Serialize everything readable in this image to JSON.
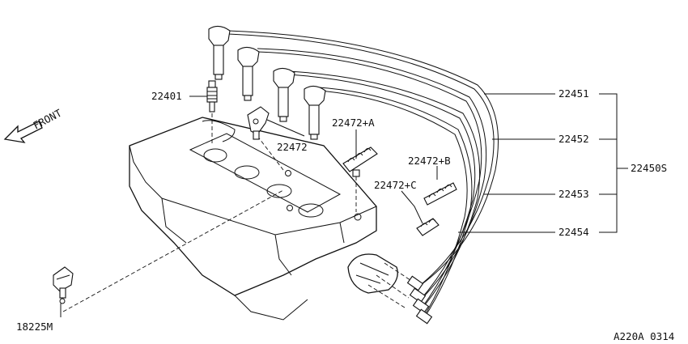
{
  "labels": {
    "front": "FRONT",
    "p22401": "22401",
    "p22472": "22472",
    "p22472a": "22472+A",
    "p22472b": "22472+B",
    "p22472c": "22472+C",
    "p22451": "22451",
    "p22452": "22452",
    "p22453": "22453",
    "p22454": "22454",
    "p22450s": "22450S",
    "p18225m": "18225M",
    "ref": "A220A 0314"
  }
}
